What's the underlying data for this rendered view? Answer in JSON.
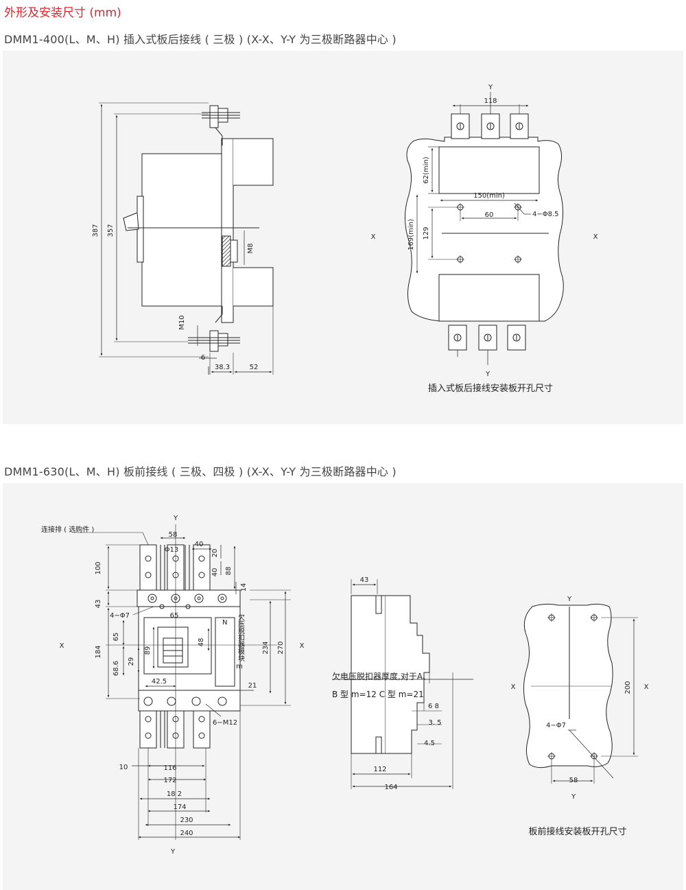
{
  "page": {
    "heading": "外形及安装尺寸 (mm)"
  },
  "section1": {
    "title": "DMM1-400(L、M、H) 插入式板后接线 ( 三极 )   (X-X、Y-Y 为三极断路器中心 )",
    "side": {
      "dim_387": "387",
      "dim_357": "357",
      "dim_m8": "M8",
      "dim_m10": "M10",
      "dim_6": "6",
      "dim_38_3": "38.3",
      "dim_52": "52"
    },
    "plate": {
      "label_y_top": "Y",
      "label_y_bottom": "Y",
      "label_x_left": "X",
      "label_x_right": "X",
      "dim_118": "118",
      "dim_62min": "62(min)",
      "dim_150min": "150(min)",
      "dim_60": "60",
      "dim_holes": "4−Φ8.5",
      "dim_169min": "169(min)",
      "dim_129": "129",
      "caption": "插入式板后接线安装板开孔尺寸"
    }
  },
  "section2": {
    "title": "DMM1-630(L、M、H) 板前接线 ( 三极、四极 )   (X-X、Y-Y 为三极断路器中心 )",
    "front": {
      "label_bar": "连接排 ( 选购件 )",
      "label_y_top": "Y",
      "label_y_bottom": "Y",
      "label_x_left": "X",
      "label_x_right": "X",
      "label_n": "N",
      "label_m": "m",
      "label_module": "欠压脱扣器模块",
      "dim_58": "58",
      "dim_phi13": "Φ13",
      "dim_40a": "40",
      "dim_20": "20",
      "dim_40b": "40",
      "dim_88": "88",
      "dim_100": "100",
      "dim_14": "14",
      "dim_43": "43",
      "dim_4phi7": "4−Φ7",
      "dim_65a": "65",
      "dim_65b": "65",
      "dim_89": "89",
      "dim_48": "48",
      "dim_184": "184",
      "dim_29": "29",
      "dim_68_6": "68.6",
      "dim_234": "234",
      "dim_270": "270",
      "dim_42_5": "42.5",
      "dim_21": "21",
      "dim_6m12": "6−M12",
      "dim_10": "10",
      "dim_116": "116",
      "dim_172": "172",
      "dim_182": "18 2",
      "dim_174": "174",
      "dim_230": "230",
      "dim_240": "240"
    },
    "side2": {
      "dim_43": "43",
      "note_line1": "欠电压脱扣器厚度,对于A、",
      "note_line2": "B 型 m=12  C 型 m=21",
      "dim_68": "6 8",
      "dim_3_5": "3. 5",
      "dim_4_5": "4.5",
      "dim_112": "112",
      "dim_164": "164"
    },
    "plate2": {
      "label_y_top": "Y",
      "label_y_bottom": "Y",
      "label_x_left": "X",
      "label_x_right": "X",
      "dim_200": "200",
      "dim_4phi7": "4−Φ7",
      "dim_58": "58",
      "caption": "板前接线安装板开孔尺寸"
    }
  }
}
